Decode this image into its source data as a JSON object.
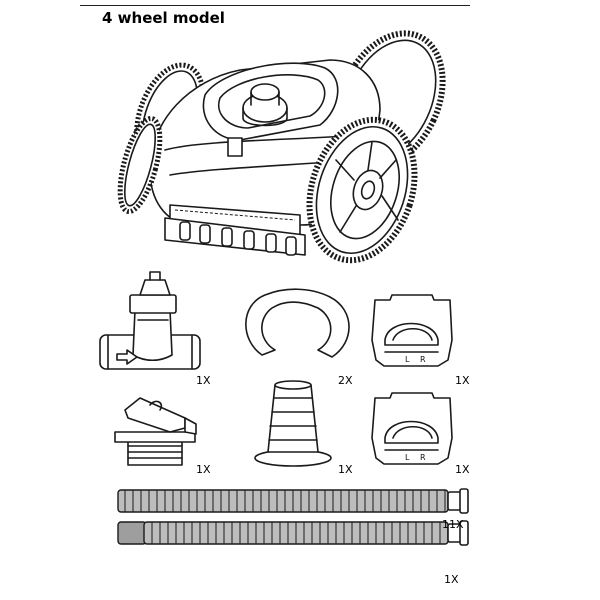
{
  "header": {
    "title": "4 wheel model"
  },
  "parts": [
    {
      "name": "flow-regulator-valve",
      "qty": "1X"
    },
    {
      "name": "hose-weight-ring",
      "qty": "2X"
    },
    {
      "name": "skirt-left",
      "qty": "1X",
      "markings": [
        "L",
        "R"
      ]
    },
    {
      "name": "safety-vacuum-valve",
      "qty": "1X"
    },
    {
      "name": "cone-adapter",
      "qty": "1X"
    },
    {
      "name": "skirt-right",
      "qty": "1X",
      "markings": [
        "L",
        "R"
      ]
    },
    {
      "name": "hose-section",
      "qty": "11X"
    },
    {
      "name": "leader-hose",
      "qty": "1X"
    }
  ]
}
